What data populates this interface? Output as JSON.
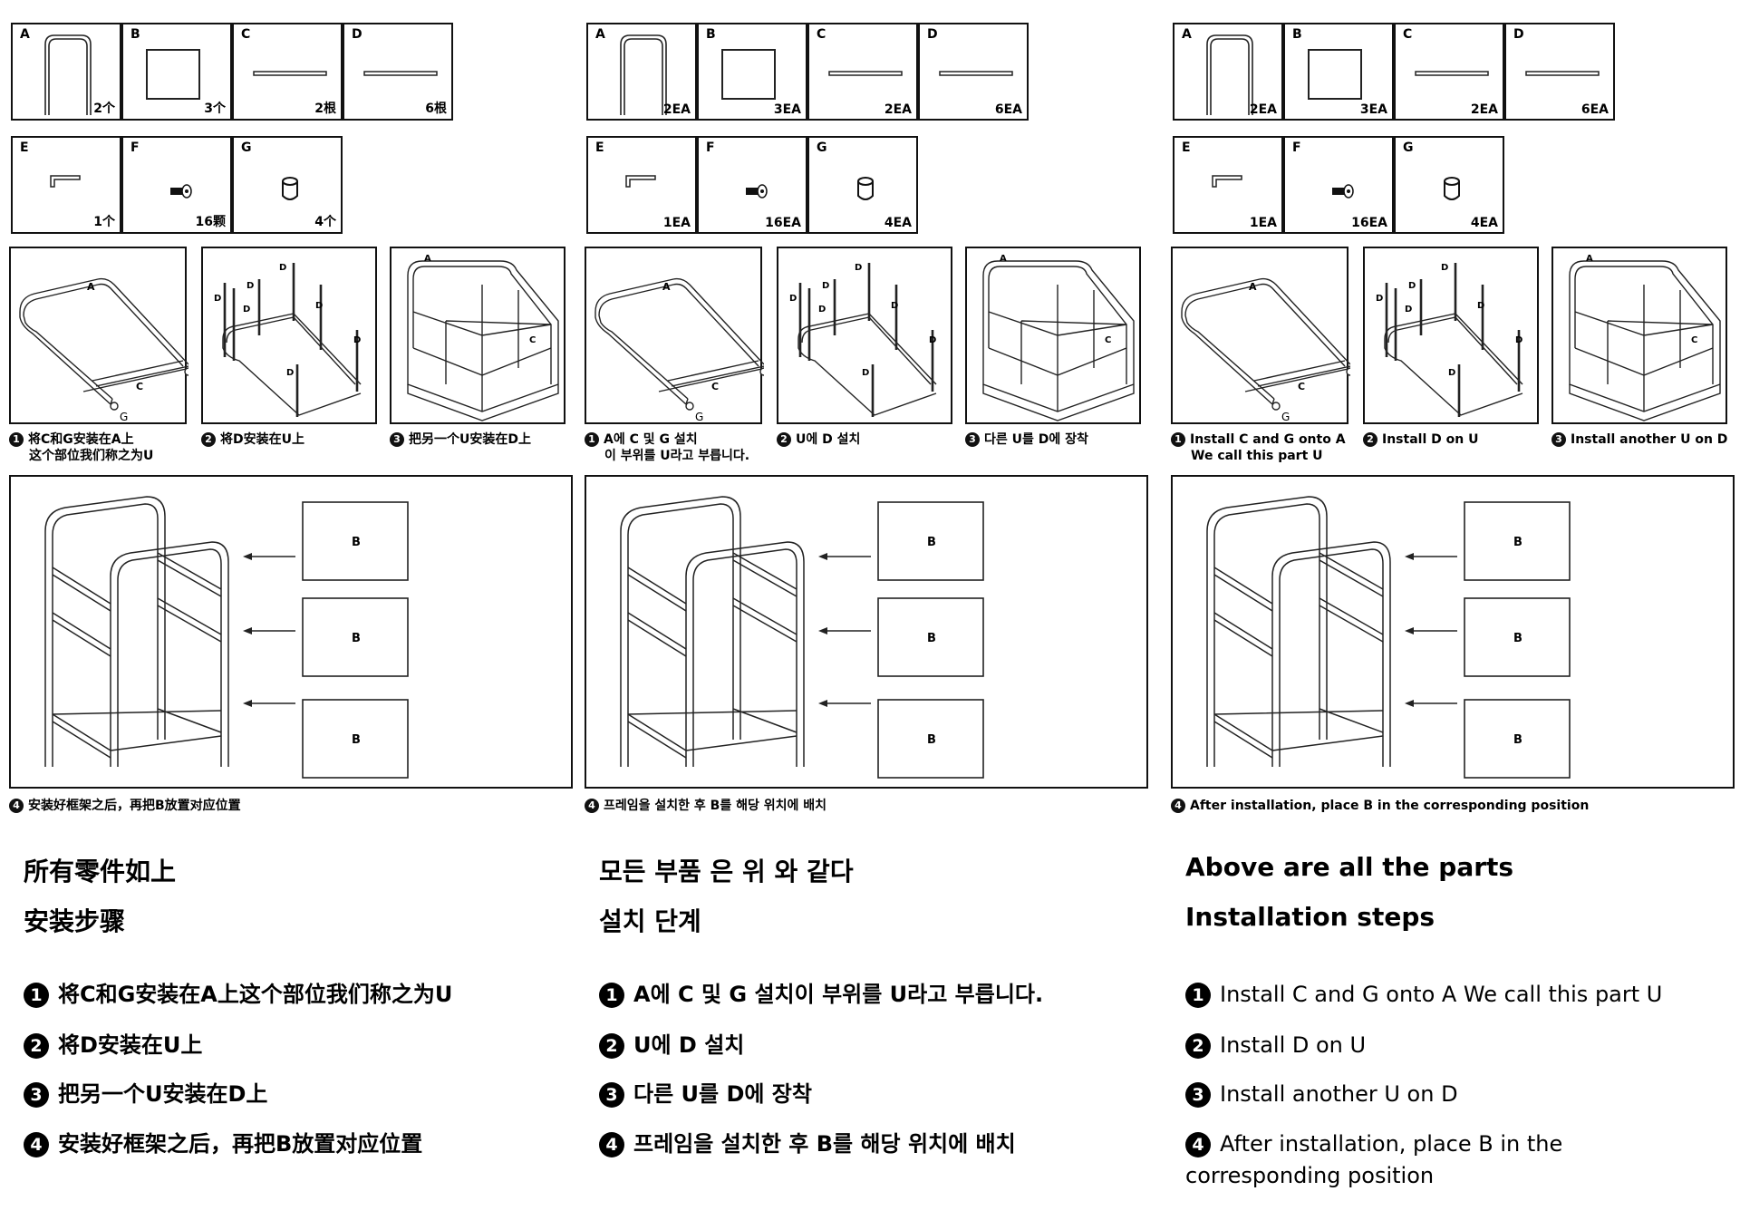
{
  "columns": [
    {
      "lang": "zh",
      "parts": [
        {
          "letter": "A",
          "qty": "2个",
          "icon": "u-frame"
        },
        {
          "letter": "B",
          "qty": "3个",
          "icon": "square-panel"
        },
        {
          "letter": "C",
          "qty": "2根",
          "icon": "short-bar"
        },
        {
          "letter": "D",
          "qty": "6根",
          "icon": "long-bar"
        },
        {
          "letter": "E",
          "qty": "1个",
          "icon": "hex-key"
        },
        {
          "letter": "F",
          "qty": "16颗",
          "icon": "screw"
        },
        {
          "letter": "G",
          "qty": "4个",
          "icon": "cap"
        }
      ],
      "steps": [
        {
          "num": "1",
          "line1": "将C和G安装在A上",
          "line2": "这个部位我们称之为U"
        },
        {
          "num": "2",
          "line1": "将D安装在U上",
          "line2": ""
        },
        {
          "num": "3",
          "line1": "把另一个U安装在D上",
          "line2": ""
        }
      ],
      "step4_caption": "安装好框架之后，再把B放置对应位置",
      "heading": "所有零件如上",
      "subheading": "安装步骤",
      "instructions": [
        {
          "num": "1",
          "text": "将C和G安装在A上这个部位我们称之为U"
        },
        {
          "num": "2",
          "text": "将D安装在U上"
        },
        {
          "num": "3",
          "text": "把另一个U安装在D上"
        },
        {
          "num": "4",
          "text": "安装好框架之后，再把B放置对应位置"
        }
      ]
    },
    {
      "lang": "ko",
      "parts": [
        {
          "letter": "A",
          "qty": "2EA",
          "icon": "u-frame"
        },
        {
          "letter": "B",
          "qty": "3EA",
          "icon": "square-panel"
        },
        {
          "letter": "C",
          "qty": "2EA",
          "icon": "short-bar"
        },
        {
          "letter": "D",
          "qty": "6EA",
          "icon": "long-bar"
        },
        {
          "letter": "E",
          "qty": "1EA",
          "icon": "hex-key"
        },
        {
          "letter": "F",
          "qty": "16EA",
          "icon": "screw"
        },
        {
          "letter": "G",
          "qty": "4EA",
          "icon": "cap"
        }
      ],
      "steps": [
        {
          "num": "1",
          "line1": "A에 C 및 G 설치",
          "line2": "이 부위를 U라고 부릅니다."
        },
        {
          "num": "2",
          "line1": "U에 D 설치",
          "line2": ""
        },
        {
          "num": "3",
          "line1": "다른 U를 D에 장착",
          "line2": ""
        }
      ],
      "step4_caption": "프레임을 설치한 후 B를 해당 위치에 배치",
      "heading": "모든 부품 은 위 와 같다",
      "subheading": "설치 단계",
      "instructions": [
        {
          "num": "1",
          "text": "A에 C 및 G 설치이 부위를 U라고 부릅니다."
        },
        {
          "num": "2",
          "text": "U에 D 설치"
        },
        {
          "num": "3",
          "text": "다른 U를 D에 장착"
        },
        {
          "num": "4",
          "text": "프레임을 설치한 후 B를 해당 위치에 배치"
        }
      ]
    },
    {
      "lang": "en",
      "parts": [
        {
          "letter": "A",
          "qty": "2EA",
          "icon": "u-frame"
        },
        {
          "letter": "B",
          "qty": "3EA",
          "icon": "square-panel"
        },
        {
          "letter": "C",
          "qty": "2EA",
          "icon": "short-bar"
        },
        {
          "letter": "D",
          "qty": "6EA",
          "icon": "long-bar"
        },
        {
          "letter": "E",
          "qty": "1EA",
          "icon": "hex-key"
        },
        {
          "letter": "F",
          "qty": "16EA",
          "icon": "screw"
        },
        {
          "letter": "G",
          "qty": "4EA",
          "icon": "cap"
        }
      ],
      "steps": [
        {
          "num": "1",
          "line1": "Install C and G onto A",
          "line2": "We call this part U"
        },
        {
          "num": "2",
          "line1": "Install D on U",
          "line2": ""
        },
        {
          "num": "3",
          "line1": "Install another U on D",
          "line2": ""
        }
      ],
      "step4_caption": "After installation, place B in the corresponding position",
      "heading": "Above are all the parts",
      "subheading": "Installation steps",
      "instructions": [
        {
          "num": "1",
          "text": "Install C and G onto A We call this part U"
        },
        {
          "num": "2",
          "text": "Install D on U"
        },
        {
          "num": "3",
          "text": "Install another U on D"
        },
        {
          "num": "4",
          "text": "After installation, place B in the corresponding position"
        }
      ]
    }
  ],
  "diagram_labels": {
    "a": "A",
    "b": "B",
    "c": "C",
    "d": "D",
    "g": "G"
  },
  "step4_num": "4"
}
